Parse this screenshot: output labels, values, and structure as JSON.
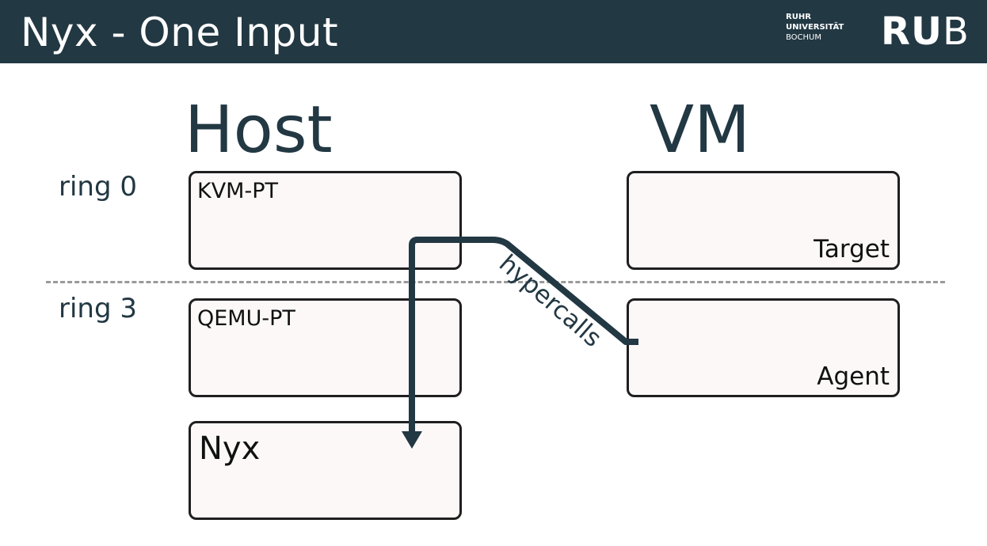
{
  "header": {
    "title": "Nyx - One Input",
    "logo": {
      "line1": "RUHR",
      "line2": "UNIVERSITÄT",
      "line3": "BOCHUM",
      "mark_bold": "RU",
      "mark_light": "B"
    }
  },
  "columns": {
    "host": "Host",
    "vm": "VM"
  },
  "rings": {
    "ring0": "ring 0",
    "ring3": "ring 3"
  },
  "boxes": {
    "kvm_pt": "KVM-PT",
    "qemu_pt": "QEMU-PT",
    "nyx": "Nyx",
    "target": "Target",
    "agent": "Agent"
  },
  "arrow": {
    "label": "hypercalls"
  },
  "colors": {
    "header_bg": "#223843",
    "accent": "#223843",
    "box_fill": "#fcf8f8",
    "box_border": "#1f1f1f",
    "divider": "#9a9a9a"
  }
}
